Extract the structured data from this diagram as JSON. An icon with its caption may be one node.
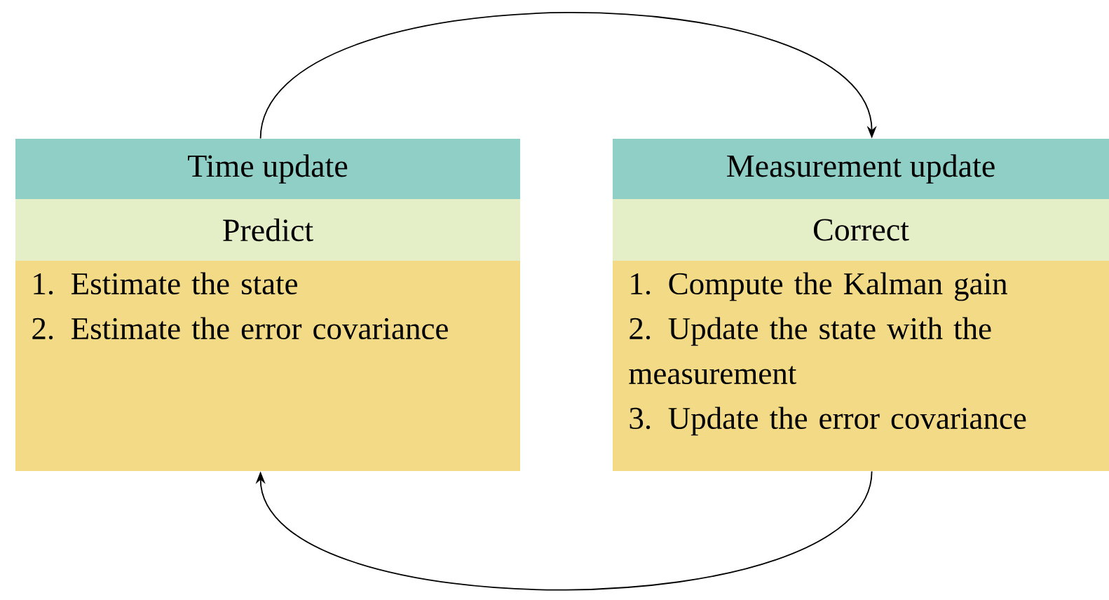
{
  "diagram": {
    "nodes": [
      {
        "text": [
          "Time update",
          "Predict",
          "1. Estimate the state",
          "2. Estimate the error covariance"
        ]
      },
      {
        "text": [
          "Measurement update",
          "Correct",
          "1. Compute the Kalman gain",
          "2. Update the state with the measurement",
          "3. Update the error covariance"
        ]
      }
    ],
    "edges": [
      {
        "from": 0,
        "to": 1,
        "arrow": "to"
      },
      {
        "from": 1,
        "to": 0,
        "arrow": "to"
      }
    ]
  }
}
